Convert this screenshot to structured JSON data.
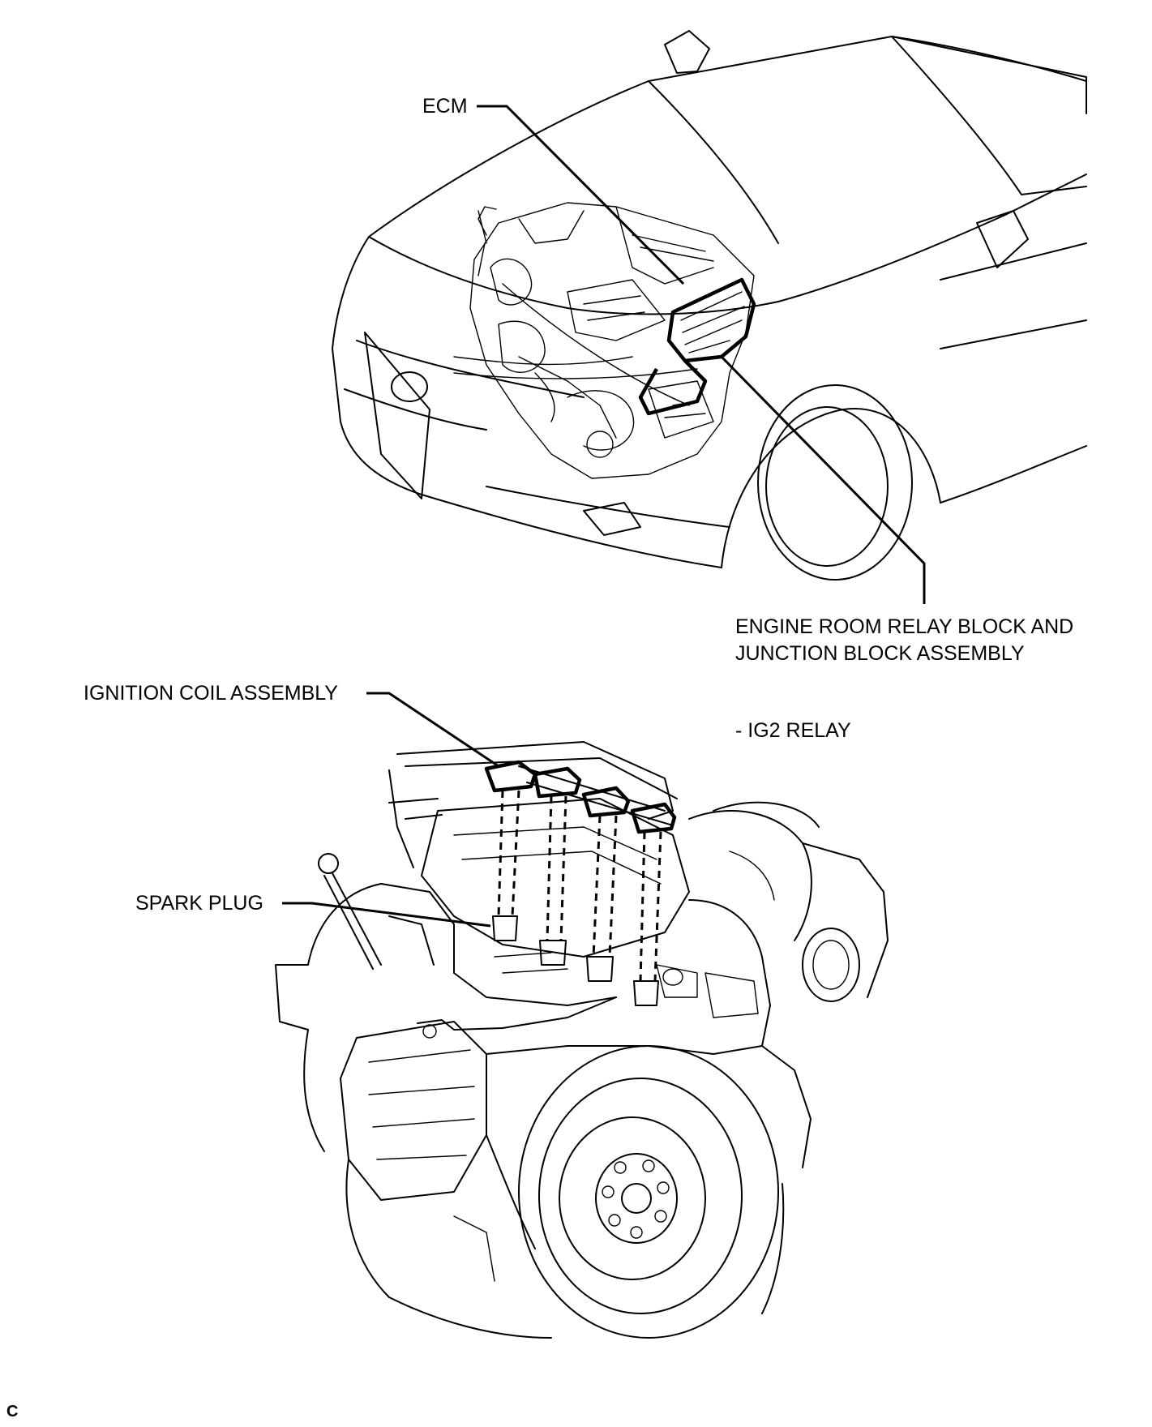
{
  "labels": {
    "ecm": "ECM",
    "relay_block_line1": "ENGINE ROOM RELAY BLOCK AND",
    "relay_block_line2": "JUNCTION BLOCK ASSEMBLY",
    "ig2_relay": "- IG2 RELAY",
    "ignition_coil": "IGNITION COIL ASSEMBLY",
    "spark_plug": "SPARK PLUG",
    "corner_mark": "C"
  }
}
